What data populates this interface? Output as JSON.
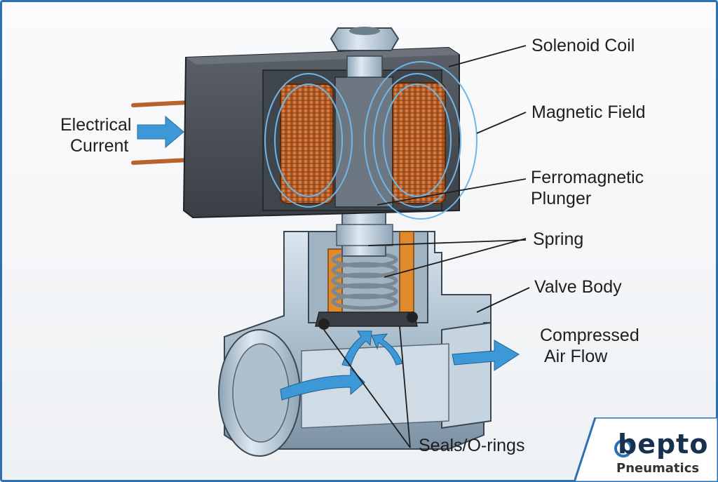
{
  "labels": {
    "solenoid_coil": "Solenoid Coil",
    "magnetic_field": "Magnetic Field",
    "electrical_current_line1": "Electrical",
    "electrical_current_line2": "Current",
    "plunger_line1": "Ferromagnetic",
    "plunger_line2": "Plunger",
    "spring": "Spring",
    "valve_body": "Valve Body",
    "air_flow_line1": "Compressed",
    "air_flow_line2": "Air Flow",
    "seals": "Seals/O-rings"
  },
  "brand": {
    "name": "bepto",
    "subtitle": "Pneumatics"
  },
  "colors": {
    "accent_blue": "#2c6fb3",
    "coil_copper": "#c8692a",
    "field_lines": "#6fb6e6",
    "housing": "#4a4f55",
    "valve_steel": "#b7c8d6",
    "seal_orange": "#e08a2c",
    "flow_arrow": "#3d98d8"
  }
}
